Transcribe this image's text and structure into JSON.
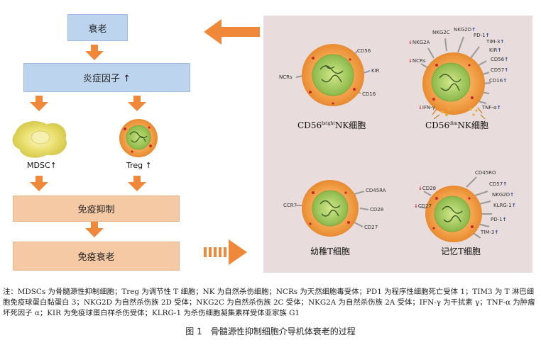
{
  "flow": {
    "aging": "衰老",
    "inflammatory": "炎症因子 ↑",
    "mdsc": "MDSC↑",
    "treg": "Treg ↑",
    "immunosuppression": "免疫抑制",
    "immunosenescence": "免疫衰老"
  },
  "cells": {
    "cd56bright": {
      "title_main": "CD56",
      "title_sup": "bright",
      "title_rest": "NK细胞",
      "markers": [
        "NCRs",
        "CD56",
        "KIR",
        "CD16"
      ]
    },
    "cd56dim": {
      "title_main": "CD56",
      "title_sup": "dim",
      "title_rest": "NK细胞",
      "markers": [
        "NKG2C",
        "NKG2D↑",
        "PD-1↑",
        "TIM-3↑",
        "KIR↑",
        "CD56↑",
        "CD57↑",
        "CD16↑",
        "↓NKG2A",
        "↓NCRs",
        "↓IFN-γ",
        "TNF-α↑"
      ]
    },
    "naive": {
      "title": "幼稚T细胞",
      "markers": [
        "CCR7",
        "CD45RA",
        "CD28",
        "CD27"
      ]
    },
    "memory": {
      "title": "记忆T细胞",
      "markers": [
        "CD45RO",
        "CD57↑",
        "NKG2D↑",
        "KLRG-1↑",
        "PD-1↑",
        "TIM-3↑",
        "↓CD28",
        "↓CD27"
      ]
    }
  },
  "notes": "注：MDSCs 为骨髓源性抑制细胞；Treg 为调节性 T 细胞；NK 为自然杀伤细胞；NCRs 为天然细胞毒受体；PD1 为程序性细胞死亡受体 1；TIM3 为 T 淋巴细胞免疫球蛋白黏蛋白 3；NKG2D 为自然杀伤族 2D 受体；NKG2C 为自然杀伤族 2C 受体；NKG2A 为自然杀伤族 2A 受体；IFN-γ 为干扰素 γ；TNF-α 为肿瘤坏死因子 α；KIR 为免疫球蛋白样杀伤受体；KLRG-1 为杀伤细胞凝集素样受体亚家族 G1",
  "caption": "图 1　骨髓源性抑制细胞介导机体衰老的过程",
  "colors": {
    "blue_box": "#bcd4ee",
    "peach_box": "#f6c9a5",
    "arrow": "#f0883a",
    "panel": "#e8dcdc",
    "up_arrow": "#1b3f9e",
    "down_arrow": "#d6262c"
  }
}
